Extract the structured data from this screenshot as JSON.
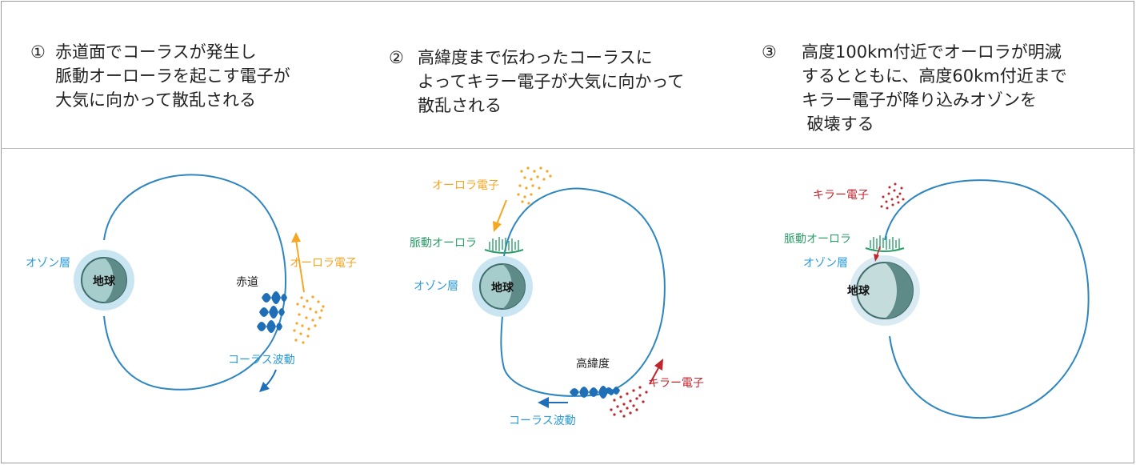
{
  "steps": [
    {
      "number": "①",
      "lines": [
        "赤道面でコーラスが発生し",
        "脈動オーローラを起こす電子が",
        "大気に向かって散乱される"
      ]
    },
    {
      "number": "②",
      "lines": [
        "高緯度まで伝わったコーラスに",
        "よってキラー電子が大気に向かって",
        "散乱される"
      ]
    },
    {
      "number": "③",
      "lines": [
        "高度100km付近でオーロラが明滅",
        "するとともに、高度60km付近まで",
        "キラー電子が降り込みオゾンを",
        " 破壊する"
      ]
    }
  ],
  "panel1": {
    "ozone_label": "オゾン層",
    "earth_label": "地球",
    "equator_label": "赤道",
    "aurora_electron_label": "オーロラ電子",
    "chorus_label": "コーラス波動"
  },
  "panel2": {
    "aurora_electron_label": "オーロラ電子",
    "pulsating_aurora_label": "脈動オーロラ",
    "ozone_label": "オゾン層",
    "earth_label": "地球",
    "high_latitude_label": "高緯度",
    "killer_electron_label": "キラー電子",
    "chorus_label": "コーラス波動"
  },
  "panel3": {
    "killer_electron_label": "キラー電子",
    "pulsating_aurora_label": "脈動オーロラ",
    "ozone_label": "オゾン層",
    "earth_label": "地球"
  },
  "colors": {
    "field_line": "#2e86c1",
    "chorus_wave": "#1f6fb8",
    "aurora_electron": "#f5a623",
    "killer_electron": "#c0262d",
    "aurora_green": "#2e9e6b",
    "ozone_text": "#2b9ad6",
    "earth_fill": "#a7cccc",
    "earth_shade": "#5e8a88"
  }
}
